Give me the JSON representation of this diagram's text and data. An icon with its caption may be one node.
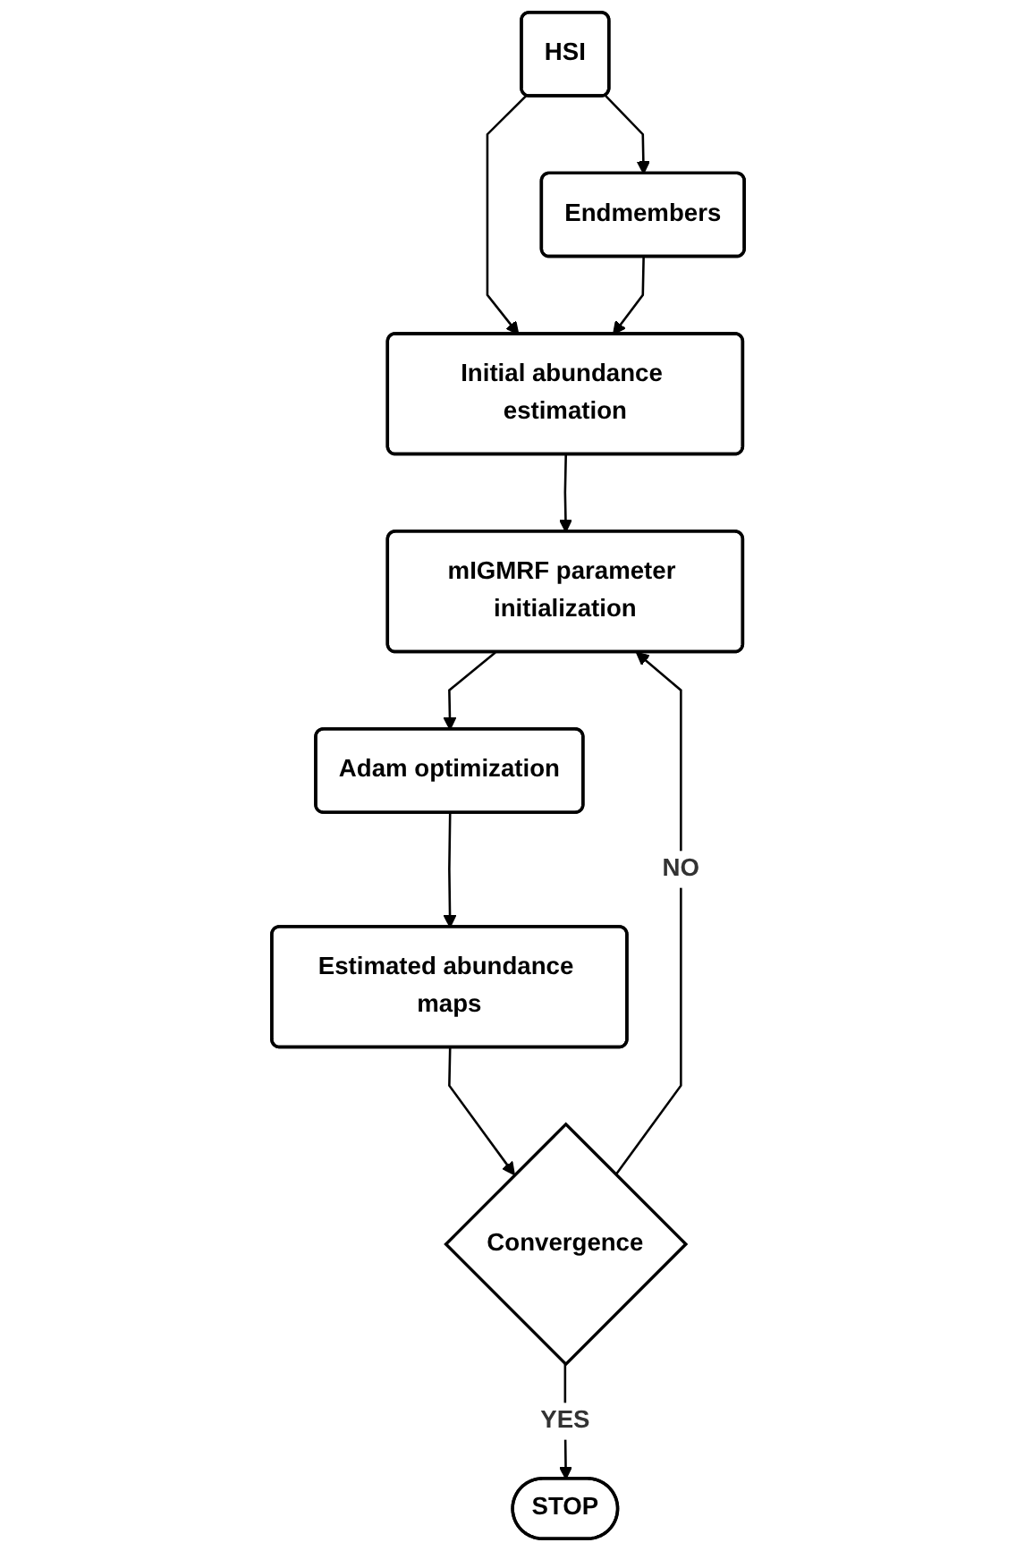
{
  "diagram": {
    "nodes": [
      {
        "text": [
          "HSI"
        ]
      },
      {
        "text": [
          "Initial abundance estimation"
        ]
      },
      {
        "text": [
          "Endmembers"
        ]
      },
      {
        "text": [
          "mIGMRF parameter initialization"
        ]
      },
      {
        "text": [
          "Adam optimization"
        ]
      },
      {
        "text": [
          "Estimated abundance maps"
        ]
      },
      {
        "text": [
          "Convergence"
        ]
      },
      {
        "text": [
          "STOP"
        ]
      }
    ],
    "edges": [
      {
        "from": 0,
        "to": 1,
        "arrow": "to"
      },
      {
        "from": 0,
        "to": 2,
        "arrow": "to"
      },
      {
        "from": 2,
        "to": 1,
        "arrow": "to"
      },
      {
        "from": 1,
        "to": 3,
        "arrow": "to"
      },
      {
        "from": 3,
        "to": 4,
        "arrow": "to"
      },
      {
        "from": 4,
        "to": 5,
        "arrow": "to"
      },
      {
        "from": 5,
        "to": 6,
        "arrow": "to"
      },
      {
        "from": 6,
        "to": 3,
        "label": "NO",
        "arrow": "to"
      },
      {
        "from": 6,
        "to": 7,
        "label": "YES",
        "arrow": "to"
      }
    ]
  }
}
